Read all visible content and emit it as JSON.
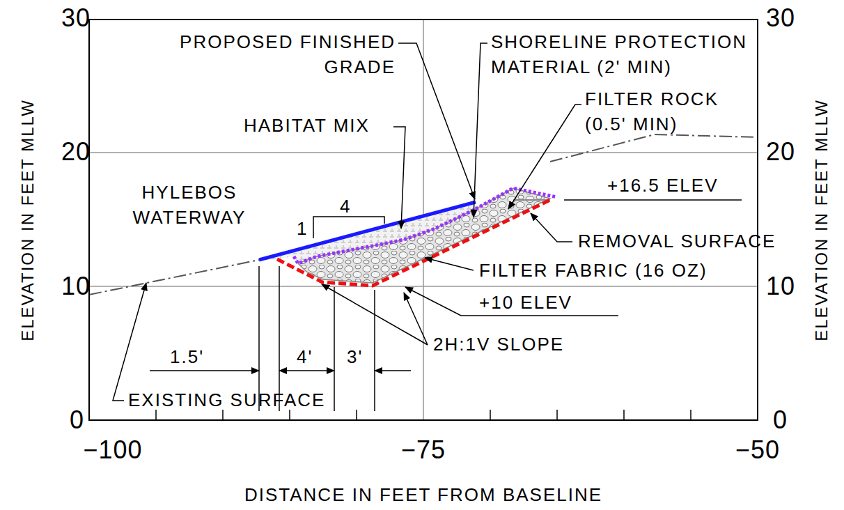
{
  "diagram": {
    "labels": [
      "30",
      "30",
      "20",
      "20",
      "10",
      "10",
      "0",
      "0",
      "ELEVATION IN FEET MLLW",
      "ELEVATION IN FEET MLLW",
      "−100",
      "−75",
      "−50",
      "DISTANCE IN FEET FROM BASELINE",
      "HYLEBOS WATERWAY",
      "HABITAT MIX",
      "PROPOSED FINISHED GRADE",
      "SHORELINE PROTECTION MATERIAL (2' MIN)",
      "FILTER ROCK (0.5' MIN)",
      "+16.5 ELEV",
      "REMOVAL SURFACE",
      "FILTER FABRIC (16 OZ)",
      "+10 ELEV",
      "2H:1V SLOPE",
      "1.5'",
      "4'",
      "3'",
      "EXISTING SURFACE",
      "1",
      "4"
    ]
  }
}
